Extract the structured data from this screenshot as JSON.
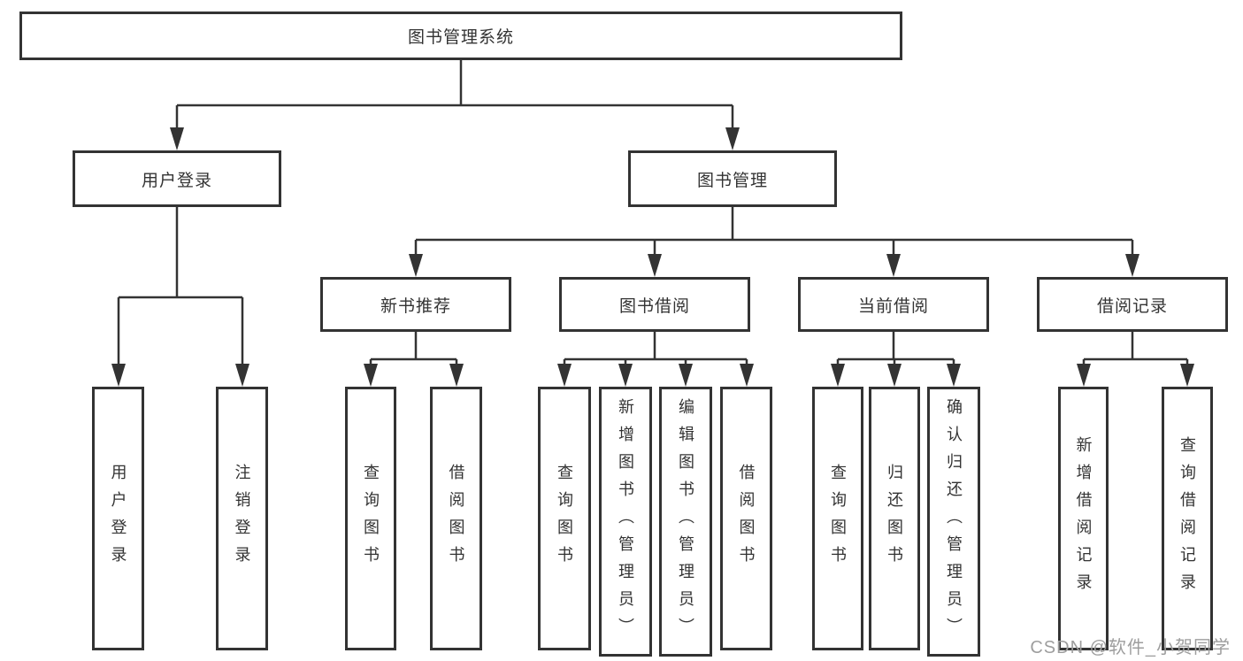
{
  "tree": {
    "label": "图书管理系统",
    "children": [
      {
        "label": "用户登录",
        "children": [
          {
            "label": "用户登录"
          },
          {
            "label": "注销登录"
          }
        ]
      },
      {
        "label": "图书管理",
        "children": [
          {
            "label": "新书推荐",
            "children": [
              {
                "label": "查询图书"
              },
              {
                "label": "借阅图书"
              }
            ]
          },
          {
            "label": "图书借阅",
            "children": [
              {
                "label": "查询图书"
              },
              {
                "label": "新增图书（管理员）"
              },
              {
                "label": "编辑图书（管理员）"
              },
              {
                "label": "借阅图书"
              }
            ]
          },
          {
            "label": "当前借阅",
            "children": [
              {
                "label": "查询图书"
              },
              {
                "label": "归还图书"
              },
              {
                "label": "确认归还（管理员）"
              }
            ]
          },
          {
            "label": "借阅记录",
            "children": [
              {
                "label": "新增借阅记录"
              },
              {
                "label": "查询借阅记录"
              }
            ]
          }
        ]
      }
    ]
  },
  "watermark": {
    "text": "CSDN @软件_小贺同学"
  },
  "colors": {
    "line": "#333333",
    "text": "#333333",
    "watermark": "#9e9e9e",
    "background": "#ffffff"
  }
}
